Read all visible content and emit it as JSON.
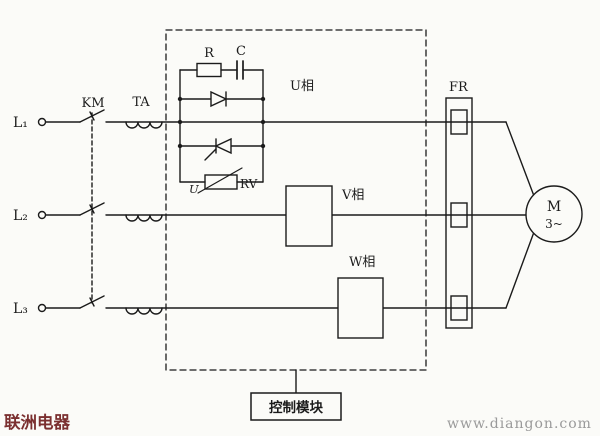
{
  "labels": {
    "l1": "L₁",
    "l2": "L₂",
    "l3": "L₃",
    "km": "KM",
    "ta": "TA",
    "r": "R",
    "c": "C",
    "u_phase": "U相",
    "u": "U",
    "rv": "RV",
    "v_phase": "V相",
    "w_phase": "W相",
    "fr": "FR",
    "motor": "M",
    "motor_type": "3~",
    "control_module": "控制模块"
  },
  "watermarks": {
    "left": "联洲电器",
    "right": "www.diangon.com"
  },
  "colors": {
    "line": "#1b1b1b",
    "background": "#fbfbf8",
    "watermark_left": "#7b3030",
    "watermark_right": "#9a9a9a"
  }
}
